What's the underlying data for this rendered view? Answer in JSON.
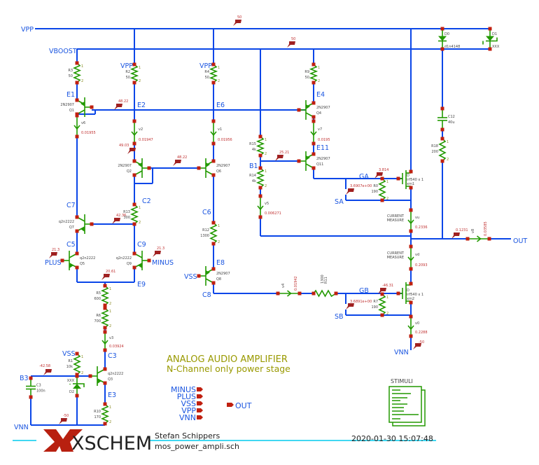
{
  "net_labels": {
    "vpp": "VPP",
    "vboost": "VBOOST",
    "vpp_r2": "VPP",
    "vpp_r4": "VPP",
    "e1": "E1",
    "e2": "E2",
    "e6": "E6",
    "e4": "E4",
    "e11": "E11",
    "b1": "B1",
    "c7": "C7",
    "c2": "C2",
    "c6": "C6",
    "c5": "C5",
    "c9": "C9",
    "plus": "PLUS",
    "minus": "MINUS",
    "e9": "E9",
    "e8": "E8",
    "vss_q8": "VSS",
    "c8": "C8",
    "ga": "GA",
    "sa": "SA",
    "gb": "GB",
    "sb": "SB",
    "out": "OUT",
    "vnn_right": "VNN",
    "vss_r1": "VSS",
    "c3": "C3",
    "e3": "E3",
    "b3": "B3",
    "vnn_left": "VNN"
  },
  "resistors": [
    {
      "id": "R3",
      "value": "50"
    },
    {
      "id": "R2",
      "value": "50"
    },
    {
      "id": "R4",
      "value": "50"
    },
    {
      "id": "R9",
      "value": "50"
    },
    {
      "id": "R15",
      "value": "4k"
    },
    {
      "id": "R14",
      "value": "4k"
    },
    {
      "id": "R18",
      "value": "200"
    },
    {
      "id": "R13",
      "value": "300"
    },
    {
      "id": "R12",
      "value": "1300"
    },
    {
      "id": "R0",
      "value": "190"
    },
    {
      "id": "R7",
      "value": "190"
    },
    {
      "id": "R11",
      "value": "1300"
    },
    {
      "id": "R5",
      "value": "600"
    },
    {
      "id": "R6",
      "value": "700"
    },
    {
      "id": "R1",
      "value": "10k"
    },
    {
      "id": "R10",
      "value": "170"
    }
  ],
  "ammeters": [
    {
      "id": "v6",
      "current": "0.01955"
    },
    {
      "id": "v2",
      "current": "0.01947"
    },
    {
      "id": "v1",
      "current": "0.01956"
    },
    {
      "id": "v7",
      "current": "0.0195"
    },
    {
      "id": "v5",
      "current": "0.006271"
    },
    {
      "id": "vu",
      "current": "0.2336",
      "note": "CURRENT MEASURE"
    },
    {
      "id": "vd",
      "current": "0.2093",
      "note": "CURRENT MEASURE"
    },
    {
      "id": "v0",
      "current": "0.2288"
    },
    {
      "id": "v3",
      "current": "0.03924"
    },
    {
      "id": "v4",
      "current": "0.01942"
    },
    {
      "id": "v8",
      "current": "0.03585"
    }
  ],
  "transistors": [
    {
      "id": "Q1",
      "model": "2N2907"
    },
    {
      "id": "Q2",
      "model": "2N2907"
    },
    {
      "id": "Q6",
      "model": "2N2907"
    },
    {
      "id": "Q4",
      "model": "2N2907"
    },
    {
      "id": "Q11",
      "model": "2N2907"
    },
    {
      "id": "Q7",
      "model": "q2n2222"
    },
    {
      "id": "Q5",
      "model": "q2n2222"
    },
    {
      "id": "Q9",
      "model": "q2n2222"
    },
    {
      "id": "Q8",
      "model": "2N2907"
    },
    {
      "id": "Q3",
      "model": "q2n2222"
    }
  ],
  "mosfets": [
    {
      "id": "xm1",
      "model": "irf540 x 1",
      "pin": "D"
    },
    {
      "id": "xm2",
      "model": "irf540 x 1",
      "pin": "D"
    }
  ],
  "diodes": [
    {
      "id": "D0",
      "model": "d1n4148"
    },
    {
      "id": "D1",
      "model": "XXX"
    },
    {
      "id": "D2",
      "model": "XXX"
    }
  ],
  "capacitors": [
    {
      "id": "C12",
      "value": "40u"
    },
    {
      "id": "C3",
      "value": "100n"
    }
  ],
  "probes": [
    "50",
    "50",
    "48.22",
    "49.03",
    "48.22",
    "25.21",
    "3.814",
    "3.6907e+00",
    "42.36",
    "21.3",
    "21.3",
    "20.61",
    "-46.31",
    "3.6891e+00",
    "0.1231",
    "-50",
    "-42.58",
    "-50"
  ],
  "title": {
    "line1": "ANALOG AUDIO AMPLIFIER",
    "line2": "N-Channel only power stage"
  },
  "ports": {
    "inputs": [
      "MINUS",
      "PLUS",
      "VSS",
      "VPP",
      "VNN"
    ],
    "output": "OUT"
  },
  "stimuli": {
    "label": "STIMULI"
  },
  "footer": {
    "logo": "XSCHEM",
    "author": "Stefan Schippers",
    "file": "mos_power_ampli.sch",
    "date": "2020-01-30  15:07:48"
  },
  "colors": {
    "wire": "#0a46e8",
    "component": "#229900",
    "pin": "#c02010",
    "net_label": "#1a55e0",
    "probe": "#a02020",
    "title": "#999900",
    "frame": "#00ccee"
  }
}
